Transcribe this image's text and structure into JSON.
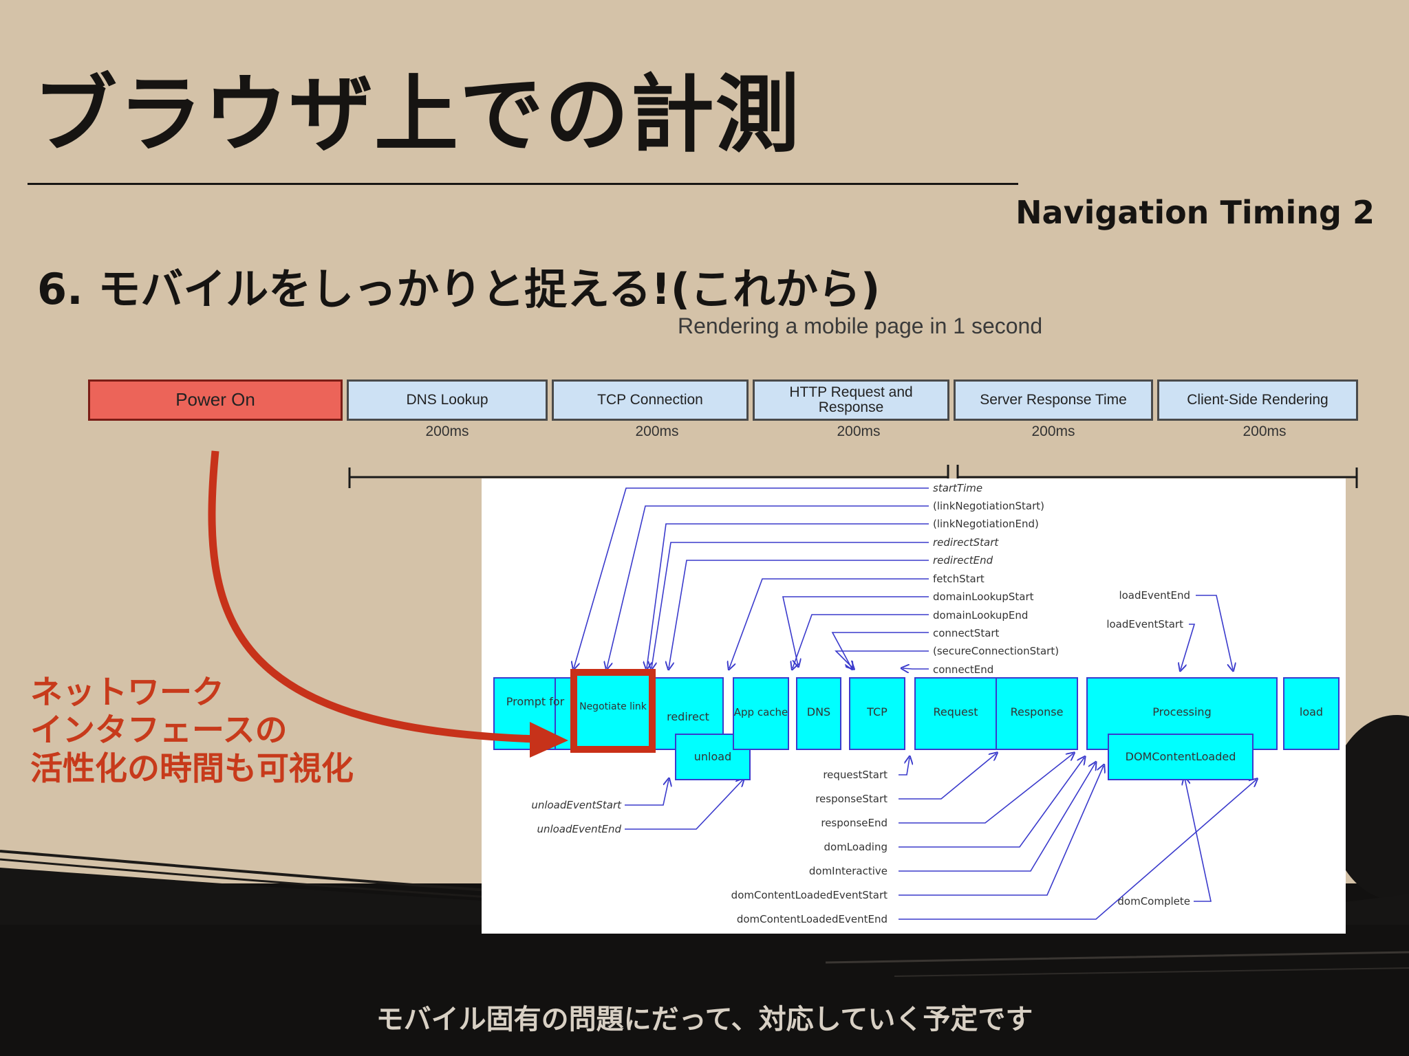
{
  "slide": {
    "title": "ブラウザ上での計測",
    "subtitle": "Navigation Timing 2",
    "heading": "6. モバイルをしっかりと捉える!(これから)",
    "callout": [
      "ネットワーク",
      "インタフェースの",
      "活性化の時間も可視化"
    ],
    "footer": "モバイル固有の問題にだって、対応していく予定です"
  },
  "render_chart": {
    "title": "Rendering a mobile page in 1 second",
    "phases": [
      {
        "label": "Power On",
        "duration": ""
      },
      {
        "label": "DNS Lookup",
        "duration": "200ms"
      },
      {
        "label": "TCP Connection",
        "duration": "200ms"
      },
      {
        "label": "HTTP Request and Response",
        "duration": "200ms"
      },
      {
        "label": "Server Response Time",
        "duration": "200ms"
      },
      {
        "label": "Client-Side Rendering",
        "duration": "200ms"
      }
    ]
  },
  "timing_diagram": {
    "boxes": {
      "prompt": "Prompt for",
      "negotiate": "Negotiate link",
      "redirect": "redirect",
      "appcache": "App cache",
      "dns": "DNS",
      "tcp": "TCP",
      "request": "Request",
      "response": "Response",
      "processing": "Processing",
      "load": "load",
      "unload": "unload",
      "domcontentloaded": "DOMContentLoaded"
    },
    "top_labels": [
      "startTime",
      "(linkNegotiationStart)",
      "(linkNegotiationEnd)",
      "redirectStart",
      "redirectEnd",
      "fetchStart",
      "domainLookupStart",
      "domainLookupEnd",
      "connectStart",
      "(secureConnectionStart)",
      "connectEnd"
    ],
    "right_labels": [
      "loadEventEnd",
      "loadEventStart",
      "domComplete"
    ],
    "left_labels": [
      "unloadEventStart",
      "unloadEventEnd"
    ],
    "bottom_labels": [
      "requestStart",
      "responseStart",
      "responseEnd",
      "domLoading",
      "domInteractive",
      "domContentLoadedEventStart",
      "domContentLoadedEventEnd"
    ]
  },
  "colors": {
    "background": "#d4c2a8",
    "callout_red": "#c73a1b",
    "box_cyan": "#00ffff",
    "line_blue": "#3a3acc",
    "power_on_red": "#ec6459",
    "phase_blue": "#cde1f4"
  }
}
